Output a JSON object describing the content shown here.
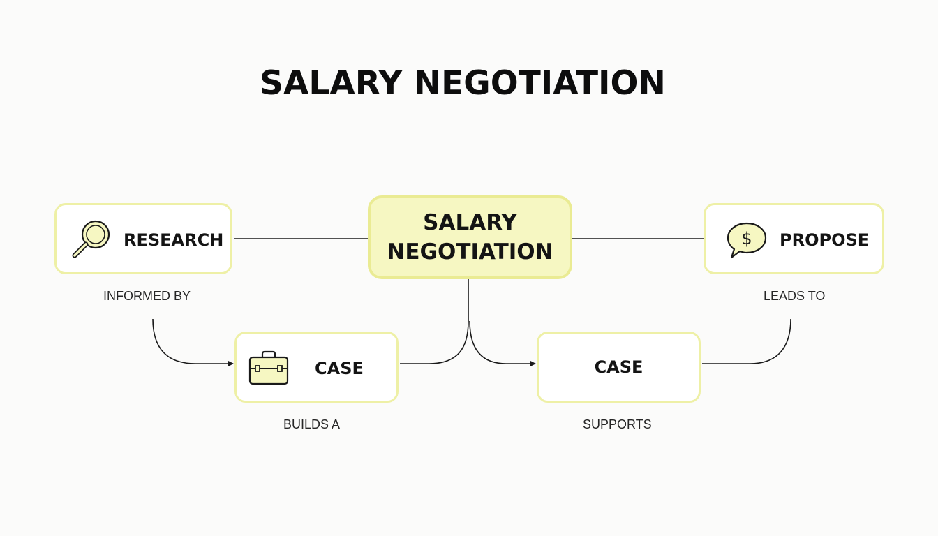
{
  "title": "SALARY NEGOTIATION",
  "nodes": {
    "center": {
      "line1": "SALARY",
      "line2": "NEGOTIATION",
      "icon": null
    },
    "research": {
      "label": "RESEARCH",
      "icon": "magnifying-glass-icon"
    },
    "propose": {
      "label": "PROPOSE",
      "icon": "dollar-speech-bubble-icon"
    },
    "case_left": {
      "label": "CASE",
      "icon": "briefcase-icon"
    },
    "case_right": {
      "label": "CASE",
      "icon": null
    }
  },
  "edge_labels": {
    "informed_by": "INFORMED BY",
    "leads_to": "LEADS TO",
    "builds_a": "BUILDS A",
    "supports": "SUPPORTS"
  },
  "colors": {
    "node_border": "#eef0a6",
    "center_fill": "#f6f7c2",
    "center_border": "#eaeb93",
    "icon_fill": "#f6f7c2",
    "line": "#1a1a1a"
  }
}
